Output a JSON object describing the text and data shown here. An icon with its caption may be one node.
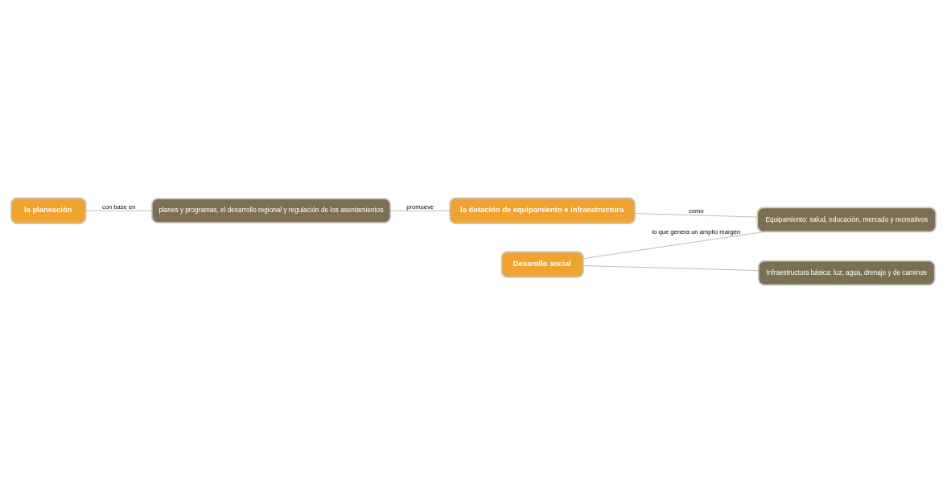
{
  "diagram": {
    "nodes": [
      {
        "text": [
          "la planeación"
        ]
      },
      {
        "text": [
          "planes y programas, el desarrollo regional y regulación de los asentamientos"
        ]
      },
      {
        "text": [
          "la dotación de equipamiento e infraestructura"
        ]
      },
      {
        "text": [
          "Desarollo social"
        ]
      },
      {
        "text": [
          "Equipamiento: salud, educación, mercado y recreativos"
        ]
      },
      {
        "text": [
          "Infraestructura básica: luz, agua, drenaje y de caminos"
        ]
      }
    ],
    "edges": [
      {
        "from": 0,
        "to": 1,
        "arrow": "none",
        "label": "con base en"
      },
      {
        "from": 1,
        "to": 2,
        "arrow": "none",
        "label": "promueve"
      },
      {
        "from": 2,
        "to": 4,
        "arrow": "none",
        "label": "como"
      },
      {
        "from": 3,
        "to": 4,
        "arrow": "none",
        "label": "lo que genera un amplio margen"
      },
      {
        "from": 3,
        "to": 5,
        "arrow": "none"
      }
    ]
  }
}
